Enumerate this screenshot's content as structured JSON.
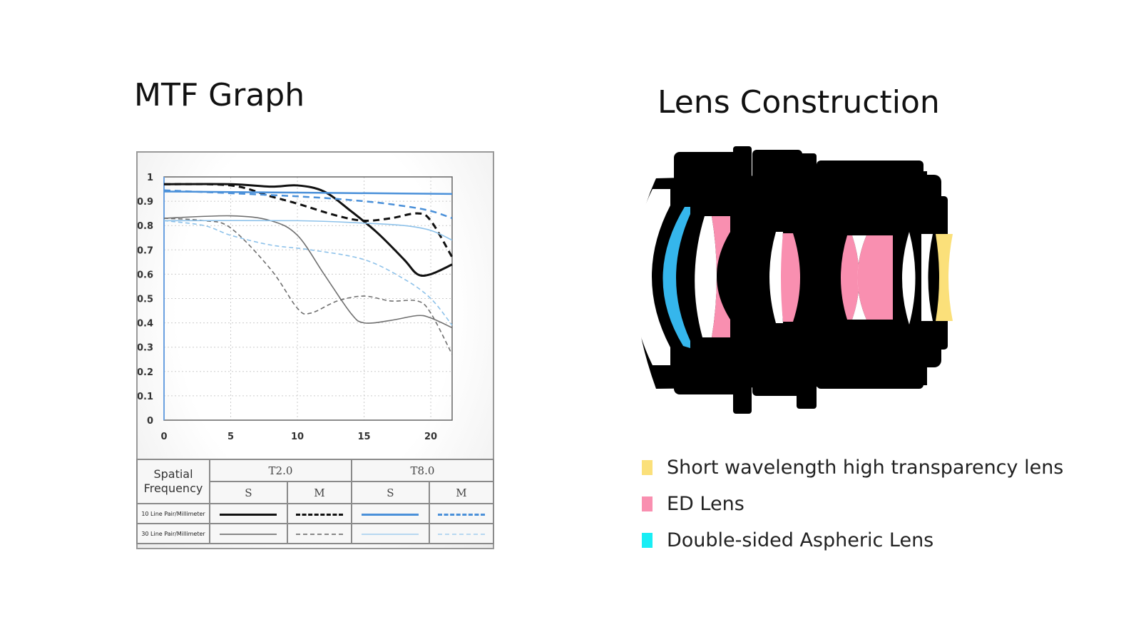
{
  "mtf_title": "MTF Graph",
  "lens_title": "Lens Construction",
  "chart_data": {
    "type": "line",
    "title": "MTF Graph",
    "xlabel": "",
    "ylabel": "",
    "xlim": [
      0,
      21.6
    ],
    "ylim": [
      0,
      1
    ],
    "xticks": [
      "0",
      "5",
      "10",
      "15",
      "20"
    ],
    "yticks": [
      "0",
      "0.1",
      "0.2",
      "0.3",
      "0.4",
      "0.5",
      "0.6",
      "0.7",
      "0.8",
      "0.9",
      "1"
    ],
    "grid": true,
    "series": [
      {
        "name": "T2.0 S 10 lp/mm",
        "color": "#111111",
        "dash": false,
        "width": 3,
        "x": [
          0,
          5,
          8,
          10,
          12,
          14,
          16,
          18,
          19,
          20,
          21.6
        ],
        "y": [
          0.97,
          0.97,
          0.96,
          0.965,
          0.94,
          0.86,
          0.77,
          0.66,
          0.6,
          0.6,
          0.64
        ]
      },
      {
        "name": "T2.0 M 10 lp/mm",
        "color": "#111111",
        "dash": true,
        "width": 3,
        "x": [
          0,
          5,
          8,
          10,
          13,
          15,
          17,
          19,
          20,
          21.6
        ],
        "y": [
          0.97,
          0.965,
          0.92,
          0.89,
          0.84,
          0.82,
          0.83,
          0.85,
          0.82,
          0.67
        ]
      },
      {
        "name": "T8.0 S 10 lp/mm",
        "color": "#4a90d9",
        "dash": false,
        "width": 2.5,
        "x": [
          0,
          21.6
        ],
        "y": [
          0.94,
          0.93
        ]
      },
      {
        "name": "T8.0 M 10 lp/mm",
        "color": "#4a90d9",
        "dash": true,
        "width": 2.5,
        "x": [
          0,
          10,
          15,
          18,
          20,
          21.6
        ],
        "y": [
          0.945,
          0.92,
          0.9,
          0.88,
          0.86,
          0.83
        ]
      },
      {
        "name": "T2.0 S 30 lp/mm",
        "color": "#707070",
        "dash": false,
        "width": 1.6,
        "x": [
          0,
          5,
          8,
          10,
          12,
          14,
          15,
          17,
          19,
          20,
          21.6
        ],
        "y": [
          0.83,
          0.84,
          0.82,
          0.76,
          0.6,
          0.44,
          0.4,
          0.41,
          0.43,
          0.42,
          0.38
        ]
      },
      {
        "name": "T2.0 M 30 lp/mm",
        "color": "#707070",
        "dash": true,
        "width": 1.6,
        "x": [
          0,
          3,
          5,
          8,
          10,
          11,
          13,
          15,
          17,
          19,
          20,
          21.6
        ],
        "y": [
          0.83,
          0.82,
          0.79,
          0.62,
          0.46,
          0.44,
          0.49,
          0.51,
          0.49,
          0.49,
          0.44,
          0.27
        ]
      },
      {
        "name": "T8.0 S 30 lp/mm",
        "color": "#8ec2ea",
        "dash": false,
        "width": 1.6,
        "x": [
          0,
          10,
          15,
          18,
          20,
          21.6
        ],
        "y": [
          0.82,
          0.82,
          0.81,
          0.8,
          0.78,
          0.74
        ]
      },
      {
        "name": "T8.0 M 30 lp/mm",
        "color": "#8ec2ea",
        "dash": true,
        "width": 1.6,
        "x": [
          0,
          3,
          5,
          8,
          11,
          15,
          18,
          20,
          21.6
        ],
        "y": [
          0.82,
          0.8,
          0.76,
          0.72,
          0.7,
          0.66,
          0.58,
          0.5,
          0.39
        ]
      }
    ]
  },
  "legend_table": {
    "header": "Spatial Frequency",
    "groups": [
      "T2.0",
      "T8.0"
    ],
    "sub": [
      "S",
      "M",
      "S",
      "M"
    ],
    "rows": [
      "10 Line Pair/Millimeter",
      "30 Line Pair/Millimeter"
    ]
  },
  "lens_legend": [
    {
      "label": "Short wavelength high transparency lens",
      "color": "#fbe07a"
    },
    {
      "label": "ED Lens",
      "color": "#f98fb0"
    },
    {
      "label": "Double-sided Aspheric Lens",
      "color": "#19eef5"
    }
  ]
}
